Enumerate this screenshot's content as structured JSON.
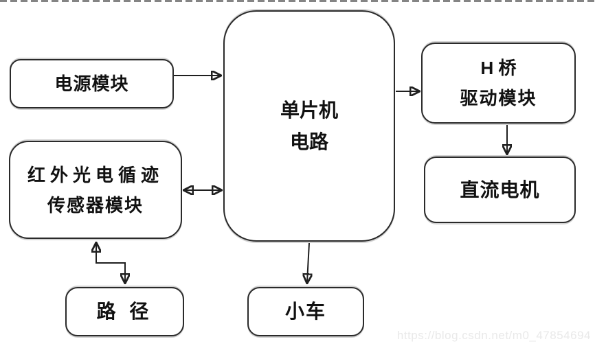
{
  "diagram": {
    "nodes": {
      "power": {
        "label": "电源模块"
      },
      "sensor": {
        "line1": "红外光电循迹",
        "line2": "传感器模块"
      },
      "mcu": {
        "line1": "单片机",
        "line2": "电路"
      },
      "hbridge": {
        "line1": "H 桥",
        "line2": "驱动模块"
      },
      "motor": {
        "label": "直流电机"
      },
      "path": {
        "label": "路 径"
      },
      "car": {
        "label": "小车"
      }
    },
    "edges": [
      {
        "from": "power",
        "to": "mcu",
        "direction": "one-way"
      },
      {
        "from": "sensor",
        "to": "mcu",
        "direction": "two-way"
      },
      {
        "from": "mcu",
        "to": "hbridge",
        "direction": "one-way"
      },
      {
        "from": "hbridge",
        "to": "motor",
        "direction": "one-way"
      },
      {
        "from": "mcu",
        "to": "car",
        "direction": "one-way"
      },
      {
        "from": "sensor",
        "to": "path",
        "direction": "two-way"
      }
    ],
    "colors": {
      "line": "#1f1f1f",
      "box_border": "#2a2a2a",
      "text": "#111111",
      "background": "#ffffff",
      "watermark": "#e9e9e9"
    }
  },
  "watermark": {
    "text": "https://blog.csdn.net/m0_47854694"
  }
}
